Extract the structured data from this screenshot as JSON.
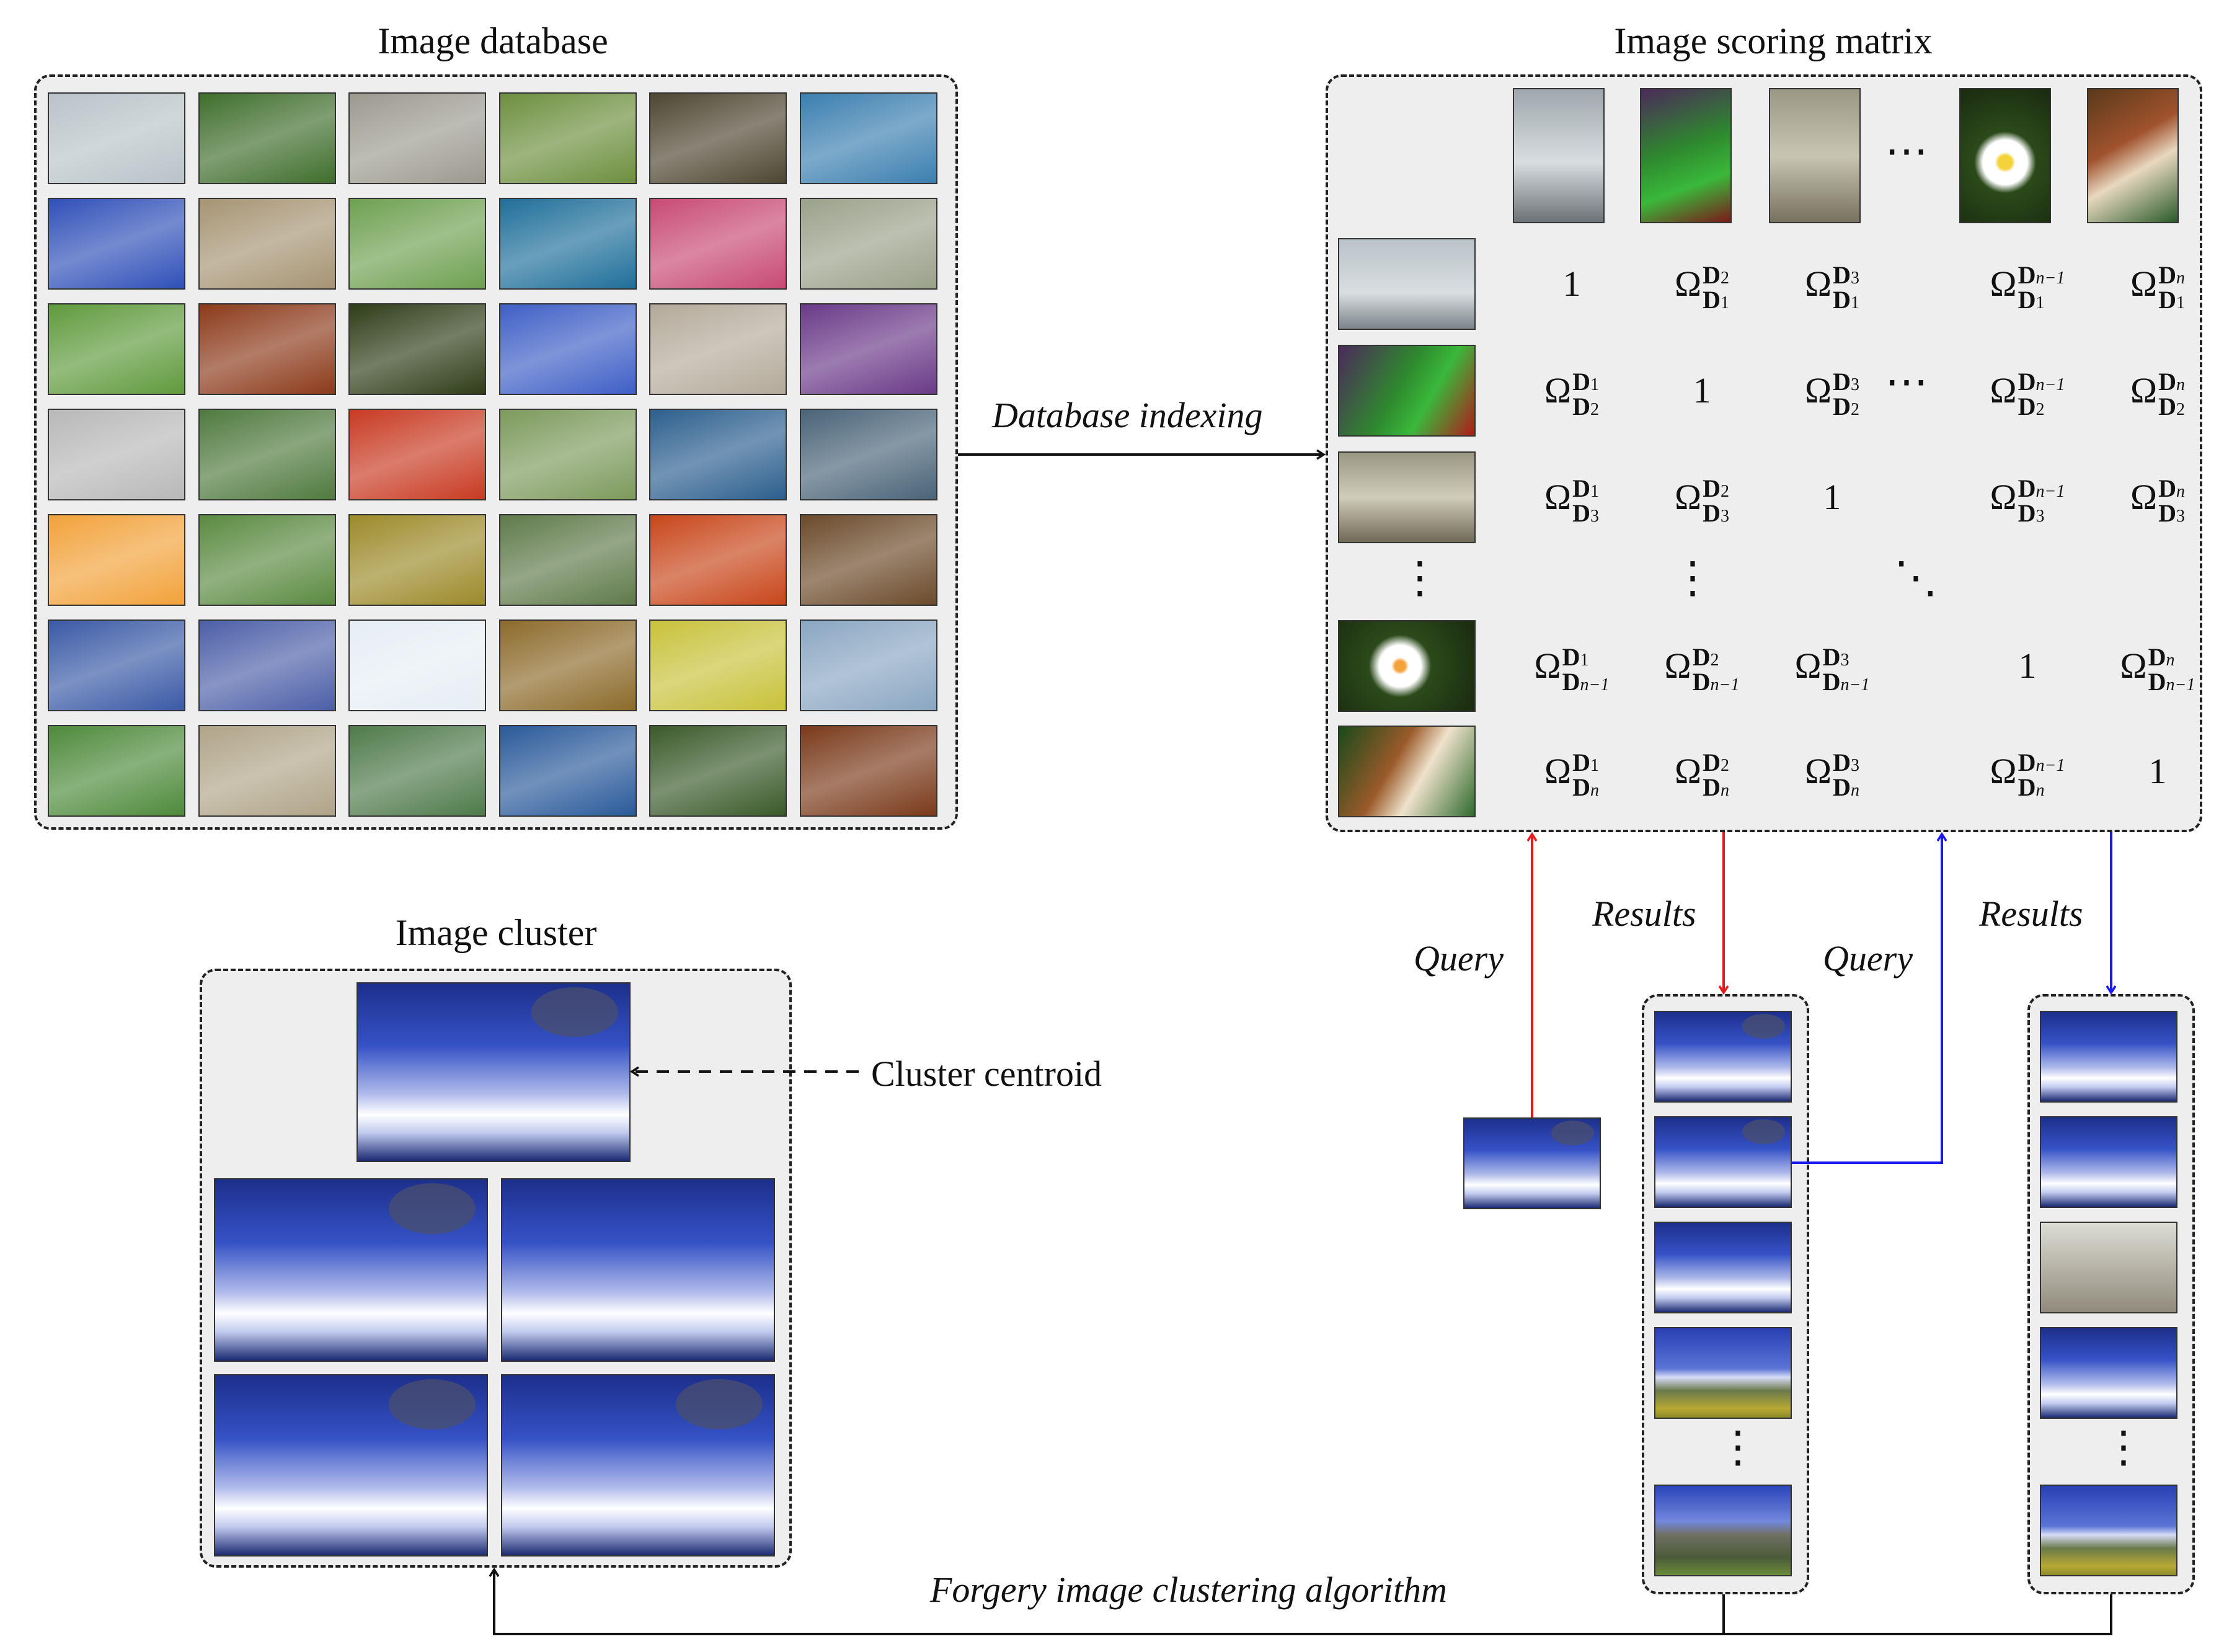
{
  "titles": {
    "database": "Image database",
    "scoring": "Image scoring matrix",
    "cluster": "Image cluster"
  },
  "labels": {
    "database_indexing": "Database indexing",
    "results_1": "Results",
    "results_2": "Results",
    "query_1": "Query",
    "query_2": "Query",
    "cluster_centroid": "Cluster centroid",
    "forgery_algorithm": "Forgery image clustering algorithm"
  },
  "matrix": {
    "ellipsis_h": "⋯",
    "ellipsis_v": "⋮",
    "ellipsis_d": "⋱",
    "one": "1",
    "omega": "Ω",
    "bold_d": "D"
  },
  "colors": {
    "red": "#e41a1c",
    "blue": "#1a1aee",
    "black": "#111111",
    "panel": "#eeeeee"
  },
  "database_thumbs": [
    [
      "#b9c3c8",
      "#3f6e2c",
      "#9c9a8f",
      "#6d8f3e",
      "#4d4631",
      "#3b7fb0"
    ],
    [
      "#2f50b8",
      "#a69473",
      "#6ea050",
      "#1f6f9a",
      "#c84a74",
      "#9aa18a"
    ],
    [
      "#5f9a3c",
      "#8c3a1a",
      "#2f3d18",
      "#3e5fc6",
      "#b4aa9a",
      "#6a3a88"
    ],
    [
      "#b8b8b8",
      "#4f7a3e",
      "#c83a22",
      "#7d9a5c",
      "#2c5f8e",
      "#4a6478"
    ],
    [
      "#f2a23a",
      "#5a8a40",
      "#9c8a2a",
      "#5f7a4a",
      "#c8461a",
      "#6b4a2a"
    ],
    [
      "#3a5aa6",
      "#4c5fa8",
      "#e6eef4",
      "#8c6a2a",
      "#c8c23a",
      "#8aa6c2"
    ],
    [
      "#4d8a3a",
      "#b0a488",
      "#4e7a4a",
      "#2a5a9a",
      "#3a5a2a",
      "#7a3a1a"
    ]
  ]
}
